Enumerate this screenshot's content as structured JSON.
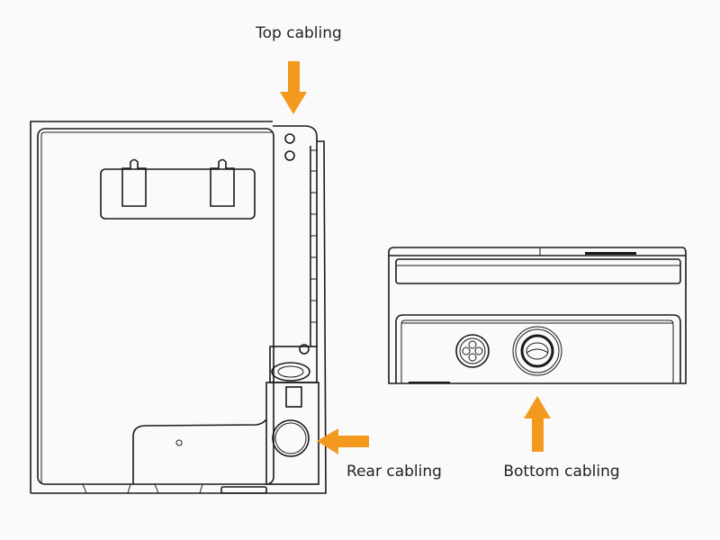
{
  "labels": {
    "top": "Top cabling",
    "rear": "Rear cabling",
    "bottom": "Bottom cabling"
  },
  "colors": {
    "arrow": "#f39a1e",
    "line": "#1a1a1a",
    "background": "#fafafa"
  }
}
